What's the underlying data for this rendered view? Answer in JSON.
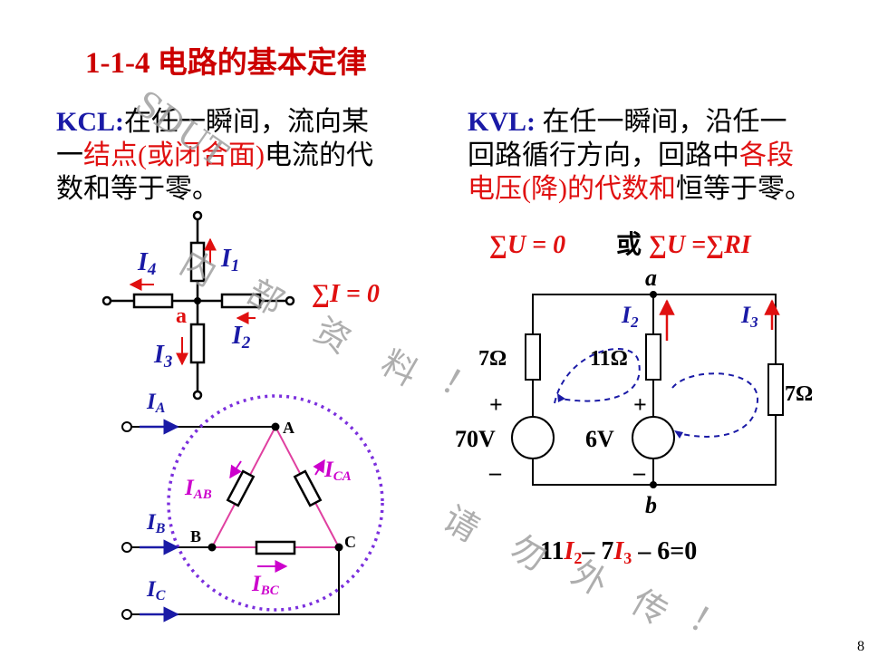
{
  "title": "1-1-4  电路的基本定律",
  "kcl": {
    "label": "KCL:",
    "line1": "在任一瞬间，流向某",
    "line2_pre": "一",
    "line2_red": "结点(或闭合面)",
    "line2_post": "电流的代",
    "line3": "数和等于零。"
  },
  "kvl": {
    "label": "KVL:",
    "line1": " 在任一瞬间，沿任一",
    "line2_pre": "回路循行方向，回路中",
    "line2_red": "各段",
    "line3_red": "电压(降)的代数和",
    "line3_post": "恒等于零。"
  },
  "kcl_node": {
    "currents": [
      "I",
      "I",
      "I",
      "I"
    ],
    "subs": [
      "1",
      "2",
      "3",
      "4"
    ],
    "node": "a",
    "equation": "∑I = 0"
  },
  "delta": {
    "line_currents": [
      "I",
      "I",
      "I"
    ],
    "line_subs": [
      "A",
      "B",
      "C"
    ],
    "branch_subs": [
      "AB",
      "BC",
      "CA"
    ],
    "nodes": [
      "A",
      "B",
      "C"
    ]
  },
  "kvl_equation": {
    "left": "∑U  = 0",
    "or": "或",
    "right": "∑U =∑RI"
  },
  "circuit": {
    "node_top": "a",
    "node_bottom": "b",
    "r_left": "7Ω",
    "r_mid": "11Ω",
    "r_right": "7Ω",
    "v_left": "70V",
    "v_mid": "6V",
    "plus": "+",
    "minus": "–",
    "i2": "I",
    "i2_sub": "2",
    "i3": "I",
    "i3_sub": "3"
  },
  "loop_equation": {
    "p1": "11",
    "p2": "I",
    "p3": "2",
    "p4": "– 7",
    "p5": "I",
    "p6": "3",
    "p7": " – 6=0"
  },
  "watermark": [
    "SDUT",
    "内",
    "部",
    "资",
    "料",
    "！",
    "请",
    "勿",
    "外",
    "传",
    "！"
  ],
  "page_number": "8"
}
